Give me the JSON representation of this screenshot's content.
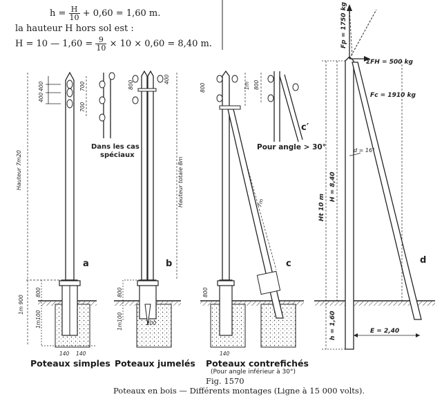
{
  "text": {
    "eq1_lhs": "h =",
    "eq1_num": "H",
    "eq1_den": "10",
    "eq1_rest": "+ 0,60 = 1,60 m.",
    "line2": "la hauteur H hors sol est :",
    "eq2_lhs": "H = 10 — 1,60 =",
    "eq2_num": "9",
    "eq2_den": "10",
    "eq2_rest": "× 10 × 0,60 = 8,40 m."
  },
  "figure": {
    "pole_labels": [
      "a",
      "b",
      "c",
      "c′",
      "d"
    ],
    "subtitles": {
      "simples": "Poteaux simples",
      "jumeles": "Poteaux jumelés",
      "contrefiches": "Poteaux contrefichés",
      "contrefiches_note": "(Pour angle inférieur à 30°)"
    },
    "notes": {
      "speciaux": "Dans les cas",
      "speciaux2": "spéciaux",
      "angle": "Pour angle > 30°"
    },
    "dims": {
      "hauteur_a": "Hauteur 7m20",
      "hauteur_b": "Hauteur totale 8m",
      "d400": "400",
      "d400b": "400",
      "d700": "700",
      "d700b": "700",
      "d800_a": "800",
      "d800_b": "800",
      "d800_c": "800",
      "d800_c2": "800",
      "d800_t": "800",
      "d800_t2": "800",
      "d1m900": "1m 900",
      "d1m100": "1m100",
      "d1m100b": "1m100",
      "d140a": "140",
      "d140b": "140",
      "d140c": "140",
      "d200": "200",
      "d1m": "1m",
      "d7m": "7m",
      "d400c": "400"
    },
    "forces": {
      "fp": "Fp = 1750 kg",
      "sfh": "ΣFH = 500 kg",
      "fc": "Fc = 1910 kg",
      "alpha": "d = 16°",
      "ht": "Ht 10 m",
      "h": "H = 8,40",
      "hsmall": "h = 1,60",
      "e": "E = 2,40"
    }
  },
  "caption": {
    "fig": "Fig. 1570",
    "title": "Poteaux en bois — Différents montages (Ligne à 15 000 volts)."
  }
}
